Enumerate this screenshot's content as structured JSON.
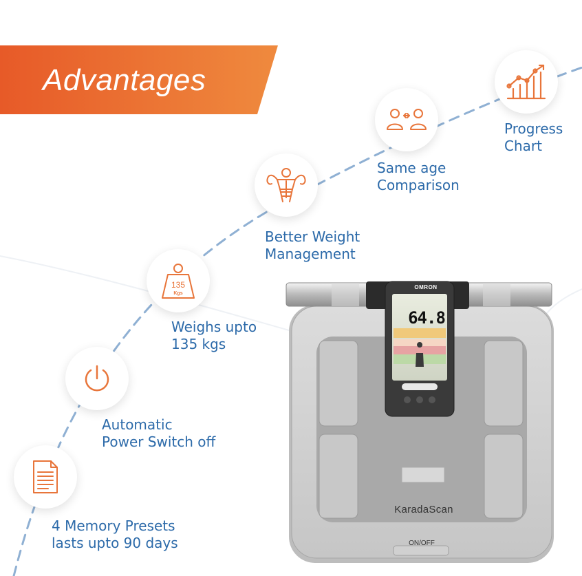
{
  "heading": "Advantages",
  "features": [
    {
      "id": "progress",
      "icon": "chart-icon",
      "lines": [
        "Progress",
        "Chart"
      ]
    },
    {
      "id": "comparison",
      "icon": "people-compare-icon",
      "lines": [
        "Same age",
        "Comparison"
      ]
    },
    {
      "id": "weight",
      "icon": "muscle-icon",
      "lines": [
        "Better Weight",
        "Management"
      ]
    },
    {
      "id": "capacity",
      "icon": "weight-icon",
      "icon_text": "135",
      "icon_subtext": "Kgs",
      "lines": [
        "Weighs upto",
        "135 kgs"
      ]
    },
    {
      "id": "power",
      "icon": "power-icon",
      "lines": [
        "Automatic",
        "Power Switch off"
      ]
    },
    {
      "id": "memory",
      "icon": "document-icon",
      "lines": [
        "4 Memory Presets",
        "lasts upto 90 days"
      ]
    }
  ],
  "scale": {
    "brand": "OMRON",
    "weight_display": "64.8",
    "product_name": "KaradaScan",
    "power_label": "ON/OFF"
  },
  "colors": {
    "banner": "#e9672d",
    "accent_orange": "#e8753a",
    "label_blue": "#2c6aa9",
    "dash_blue": "#8fb0d3"
  }
}
